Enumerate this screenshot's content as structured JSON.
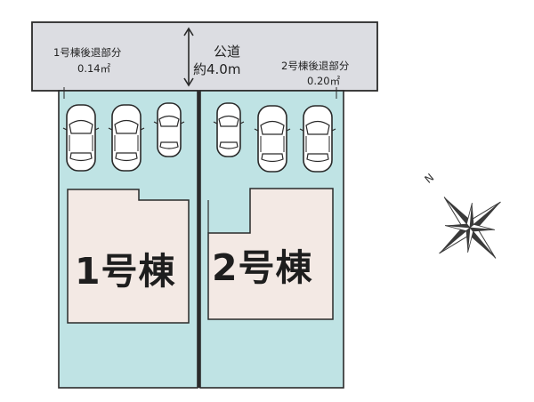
{
  "road": {
    "name": "公道",
    "width": "約4.0m",
    "fill_color": "#dcdde2"
  },
  "lots": [
    {
      "setback_label": "1号棟後退部分",
      "setback_area": "0.14㎡",
      "building_name": "1号棟",
      "parking_spaces": 3
    },
    {
      "setback_label": "2号棟後退部分",
      "setback_area": "0.20㎡",
      "building_name": "2号棟",
      "parking_spaces": 3
    }
  ],
  "colors": {
    "lot_fill": "#bfe3e4",
    "building_fill": "#f3e9e4",
    "outline": "#2a2a2a"
  },
  "compass": {
    "icon": "compass-rose-icon",
    "north_label": "N"
  }
}
